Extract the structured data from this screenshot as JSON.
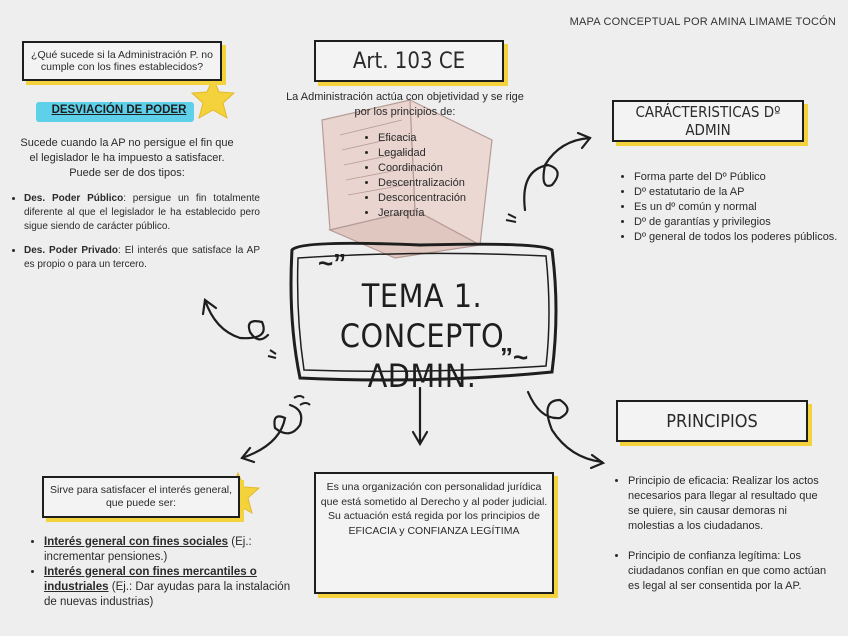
{
  "author": "MAPA CONCEPTUAL POR AMINA LIMAME TOCÓN",
  "center": {
    "line1": "TEMA 1.",
    "line2": "CONCEPTO ADMIN."
  },
  "art103": {
    "title": "Art. 103 CE",
    "intro": "La Administración actúa con objetividad y se rige por los principios de:",
    "items": [
      "Eficacia",
      "Legalidad",
      "Coordinación",
      "Descentralización",
      "Desconcentración",
      "Jerarquía"
    ]
  },
  "question": {
    "title": "¿Qué sucede si la Administración P. no cumple con los fines establecidos?",
    "highlight": "DESVIACIÓN DE PODER",
    "text": "Sucede cuando la AP no persigue el fin que el legislador le ha impuesto a satisfacer. Puede ser de dos tipos:",
    "items": [
      {
        "bold": "Des. Poder Público",
        "text": ": persigue un fin totalmente diferente al que el legislador le ha establecido pero sigue siendo de carácter público."
      },
      {
        "bold": "Des. Poder Privado",
        "text": ": El interés que satisface la AP es propio o para un tercero."
      }
    ]
  },
  "caracteristicas": {
    "title": "CARÁCTERISTICAS Dº ADMIN",
    "items": [
      "Forma parte del Dº Público",
      "Dº estatutario de la AP",
      "Es un dº común y normal",
      "Dº de garantías y privilegios",
      "Dº general de todos los poderes públicos."
    ]
  },
  "principios": {
    "title": "PRINCIPIOS",
    "items": [
      "Principio de eficacia: Realizar los actos necesarios para llegar al resultado que se quiere, sin causar demoras ni molestias a los ciudadanos.",
      "Principio de confianza legítima: Los ciudadanos confían en que como actúan es legal al ser consentida por la AP."
    ]
  },
  "interes": {
    "title": "Sirve para satisfacer el interés general, que puede ser:",
    "items": [
      {
        "bold": "Interés general con fines sociales",
        "text": " (Ej.: incrementar pensiones.)"
      },
      {
        "bold": "Interés general con fines mercantiles o industriales",
        "text": " (Ej.: Dar ayudas para la instalación de nuevas industrias)"
      }
    ]
  },
  "definicion": {
    "p1": "Es una organización con personalidad jurídica que está sometido al Derecho y al poder judicial.",
    "p2": "Su actuación está regida por los principios de EFICACIA y CONFIANZA LEGÍTIMA"
  },
  "colors": {
    "accent": "#f3d23b",
    "highlight": "#5fd0ea",
    "ink": "#1e1e1e",
    "background": "#eeeeee"
  }
}
